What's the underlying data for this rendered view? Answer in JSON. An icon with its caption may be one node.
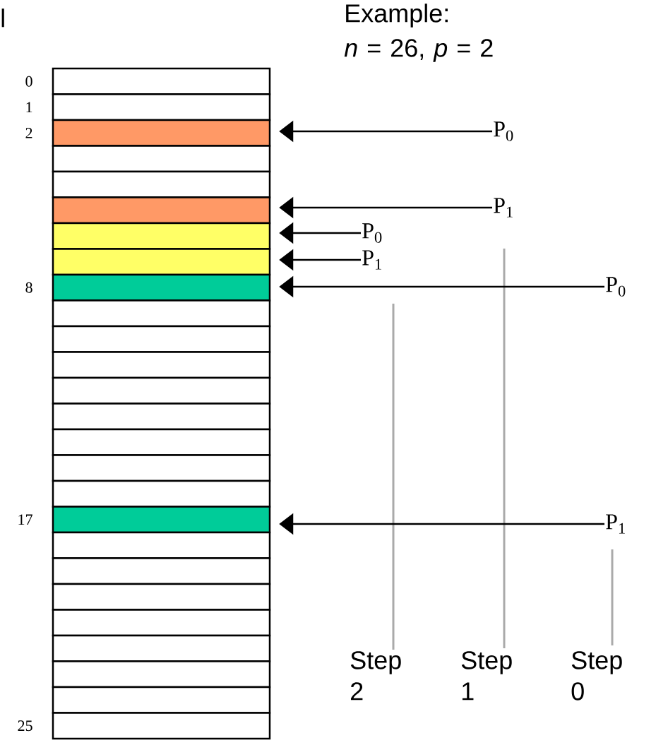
{
  "diagram": {
    "title": "Example:",
    "nodes": [
      {
        "text": [],
        "shape": "box",
        "beside": [
          "0"
        ]
      },
      {
        "text": [],
        "shape": "box",
        "beside": [
          "1"
        ]
      },
      {
        "text": [],
        "shape": "box",
        "beside": [
          "2"
        ]
      },
      {
        "text": [],
        "shape": "box"
      },
      {
        "text": [],
        "shape": "box"
      },
      {
        "text": [],
        "shape": "box"
      },
      {
        "text": [],
        "shape": "box"
      },
      {
        "text": [],
        "shape": "box"
      },
      {
        "text": [],
        "shape": "box",
        "beside": [
          "8"
        ]
      },
      {
        "text": [],
        "shape": "box"
      },
      {
        "text": [],
        "shape": "box"
      },
      {
        "text": [],
        "shape": "box"
      },
      {
        "text": [],
        "shape": "box"
      },
      {
        "text": [],
        "shape": "box"
      },
      {
        "text": [],
        "shape": "box"
      },
      {
        "text": [],
        "shape": "box"
      },
      {
        "text": [],
        "shape": "box"
      },
      {
        "text": [],
        "shape": "box",
        "beside": [
          "17"
        ]
      },
      {
        "text": [],
        "shape": "box"
      },
      {
        "text": [],
        "shape": "box"
      },
      {
        "text": [],
        "shape": "box"
      },
      {
        "text": [],
        "shape": "box"
      },
      {
        "text": [],
        "shape": "box"
      },
      {
        "text": [],
        "shape": "box"
      },
      {
        "text": [],
        "shape": "box"
      },
      {
        "text": [],
        "shape": "box",
        "beside": [
          "25"
        ]
      },
      {
        "text": [
          "P$_{0}$"
        ]
      },
      {
        "text": [
          "P$_{1}$"
        ]
      },
      {
        "text": [
          "P$_{0}$"
        ]
      },
      {
        "text": [
          "P$_{1}$"
        ]
      },
      {
        "text": [
          "P$_{0}$"
        ]
      },
      {
        "text": [
          "P$_{1}$"
        ]
      }
    ],
    "edges": [
      {
        "from": 26,
        "to": 2,
        "arrow": "to"
      },
      {
        "from": 27,
        "to": 5,
        "arrow": "to"
      },
      {
        "from": 28,
        "to": 6,
        "arrow": "to"
      },
      {
        "from": 29,
        "to": 7,
        "arrow": "to"
      },
      {
        "from": 30,
        "to": 8,
        "arrow": "to"
      },
      {
        "from": 31,
        "to": 17,
        "arrow": "to"
      }
    ],
    "labels": [
      "l",
      "*n* = 26, *p* = 2",
      "Step 2",
      "Step 1",
      "Step 0"
    ]
  }
}
